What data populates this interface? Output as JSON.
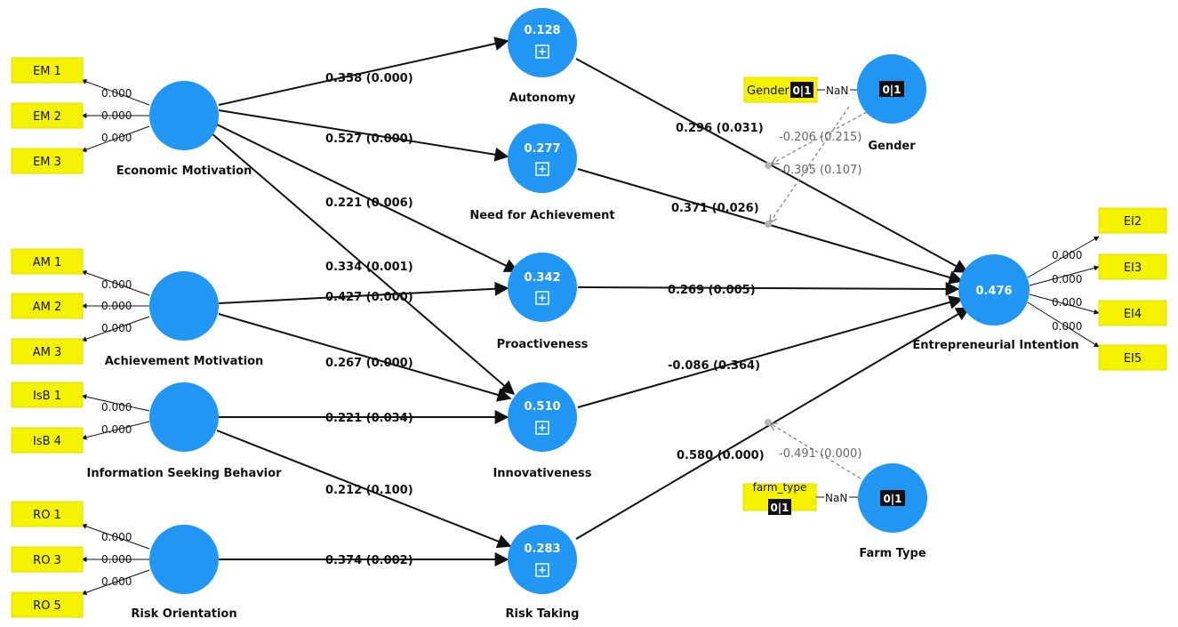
{
  "indicators": {
    "em1": "EM 1",
    "em2": "EM 2",
    "em3": "EM 3",
    "am1": "AM 1",
    "am2": "AM 2",
    "am3": "AM 3",
    "isb1": "IsB 1",
    "isb4": "IsB 4",
    "ro1": "RO 1",
    "ro3": "RO 3",
    "ro5": "RO 5",
    "ei2": "EI2",
    "ei3": "EI3",
    "ei4": "EI4",
    "ei5": "EI5"
  },
  "loadings": {
    "em1": "0.000",
    "em2": "0.000",
    "em3": "0.000",
    "am1": "0.000",
    "am2": "0.000",
    "am3": "0.000",
    "isb1": "0.000",
    "isb4": "0.000",
    "ro1": "0.000",
    "ro3": "0.000",
    "ro5": "0.000",
    "ei2": "0.000",
    "ei3": "0.000",
    "ei4": "0.000",
    "ei5": "0.000"
  },
  "constructs": {
    "economic_motivation": "Economic Motivation",
    "achievement_motivation": "Achievement Motivation",
    "information_seeking": "Information Seeking Behavior",
    "risk_orientation": "Risk Orientation",
    "autonomy": "Autonomy",
    "need_for_achievement": "Need for Achievement",
    "proactiveness": "Proactiveness",
    "innovativeness": "Innovativeness",
    "risk_taking": "Risk Taking",
    "entrepreneurial_intention": "Entrepreneurial Intention",
    "gender": "Gender",
    "farm_type": "Farm Type"
  },
  "r_squared": {
    "autonomy": "0.128",
    "need_for_achievement": "0.277",
    "proactiveness": "0.342",
    "innovativeness": "0.510",
    "risk_taking": "0.283",
    "entrepreneurial_intention": "0.476"
  },
  "paths": {
    "em_autonomy": "0.358 (0.000)",
    "em_nach": "0.527 (0.000)",
    "em_proact": "0.221 (0.006)",
    "em_innov": "0.334 (0.001)",
    "am_proact": "0.427 (0.000)",
    "am_innov": "0.267 (0.000)",
    "isb_innov": "0.221 (0.034)",
    "isb_risk": "0.212 (0.100)",
    "ro_risk": "0.374 (0.002)",
    "autonomy_ei": "0.296 (0.031)",
    "nach_ei": "0.371 (0.026)",
    "proact_ei": "0.269 (0.005)",
    "innov_ei": "-0.086 (0.364)",
    "risk_ei": "0.580 (0.000)"
  },
  "moderation": {
    "gender_1": "-0.206 (0.215)",
    "gender_2": "-0.305 (0.107)",
    "farm_type": "-0.491 (0.000)"
  },
  "controls": {
    "gender_indicator": "Gender",
    "farm_type_indicator": "farm_type",
    "tag": "0|1",
    "nan": "NaN"
  },
  "colors": {
    "construct": "#2196f3",
    "indicator": "#f5f200"
  }
}
